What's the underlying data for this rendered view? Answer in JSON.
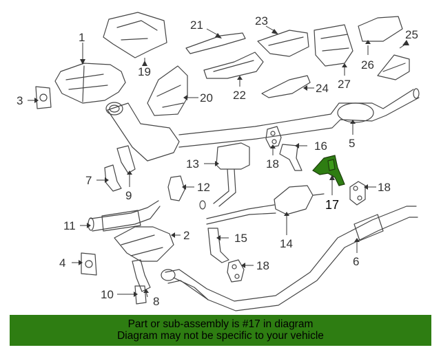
{
  "callouts": {
    "c1": "1",
    "c2": "2",
    "c3": "3",
    "c4": "4",
    "c5": "5",
    "c6": "6",
    "c7": "7",
    "c8": "8",
    "c9": "9",
    "c10": "10",
    "c11": "11",
    "c12": "12",
    "c13": "13",
    "c14": "14",
    "c15": "15",
    "c16": "16",
    "c17": "17",
    "c18a": "18",
    "c18b": "18",
    "c18c": "18",
    "c19": "19",
    "c20": "20",
    "c21": "21",
    "c22": "22",
    "c23": "23",
    "c24": "24",
    "c25": "25",
    "c26": "26",
    "c27": "27"
  },
  "highlight": {
    "part": "17",
    "color": "#2e7d12"
  },
  "footer": {
    "line1": "Part or sub-assembly is #17 in diagram",
    "line2": "Diagram may not be specific to your vehicle"
  }
}
